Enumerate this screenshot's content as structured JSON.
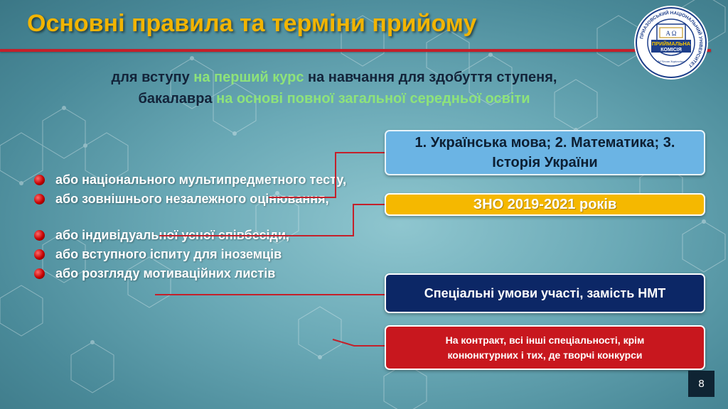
{
  "slide": {
    "title": "Основні правила та терміни прийому",
    "subtitle": {
      "line1_a": "для вступу ",
      "line1_b": "на перший курс",
      "line1_c": " на навчання для здобуття ступеня,",
      "line2_a": "бакалавра ",
      "line2_b": "на основі повної загальної середньої освіти"
    },
    "bullets": [
      "або національного мультипредметного тесту,",
      "або зовнішнього незалежного оцінювання,",
      "або індивідуальної усної співбесіди,",
      "або вступного іспиту для іноземців",
      "або розгляду мотиваційних листів"
    ],
    "boxes": {
      "subjects": "1. Українська мова; 2. Математика; 3. Історія України",
      "zno_years": "ЗНО 2019-2021 років",
      "special": "Спеціальні умови участі, замість НМТ",
      "contract": "На контракт, всі інші спеціальності, крім конюнктурних і тих, де творчі конкурси"
    },
    "page_number": "8"
  },
  "logo": {
    "ring_text": "ПРИАЗОВСЬКИЙ НАЦІОНАЛЬНИЙ УНІВЕРСИТЕТ",
    "letters": "A Ω",
    "line1": "ПРИЙМАЛЬНА",
    "line2": "КОМІСІЯ",
    "motto": "Ad Veram Sapientiam"
  },
  "colors": {
    "title": "#f2b400",
    "accent_line": "#c4202a",
    "highlight": "#8ee37a",
    "box_subjects": "#6bb4e4",
    "box_zno": "#f5b800",
    "box_special": "#0c2766",
    "box_contract": "#c8171e"
  }
}
